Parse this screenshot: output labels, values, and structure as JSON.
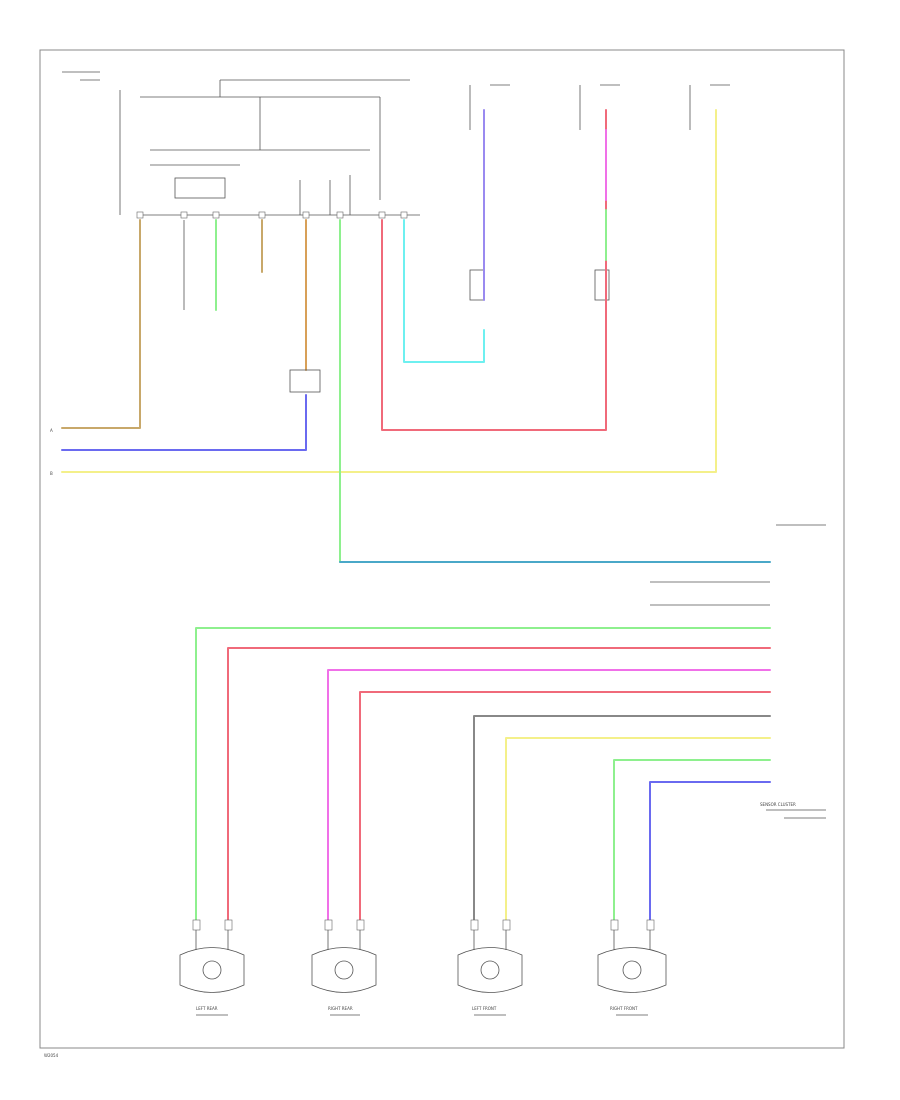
{
  "diagram": {
    "footer_code": "W2054",
    "connector_top_label": "A",
    "connector_bottom_label": "B",
    "module_label": "SENSOR CLUSTER",
    "wire_colors": {
      "brown_tan": "#c8a86a",
      "blue": "#6a6af0",
      "yellow": "#f4f08a",
      "cyan": "#6ef0f0",
      "green": "#8ef08e",
      "teal": "#4aa8c8",
      "red": "#f06a7a",
      "magenta": "#f070e8",
      "orange_tan": "#d8a058",
      "gray": "#888888"
    },
    "sensor_labels": [
      "LEFT REAR",
      "RIGHT REAR",
      "LEFT FRONT",
      "RIGHT FRONT"
    ]
  }
}
